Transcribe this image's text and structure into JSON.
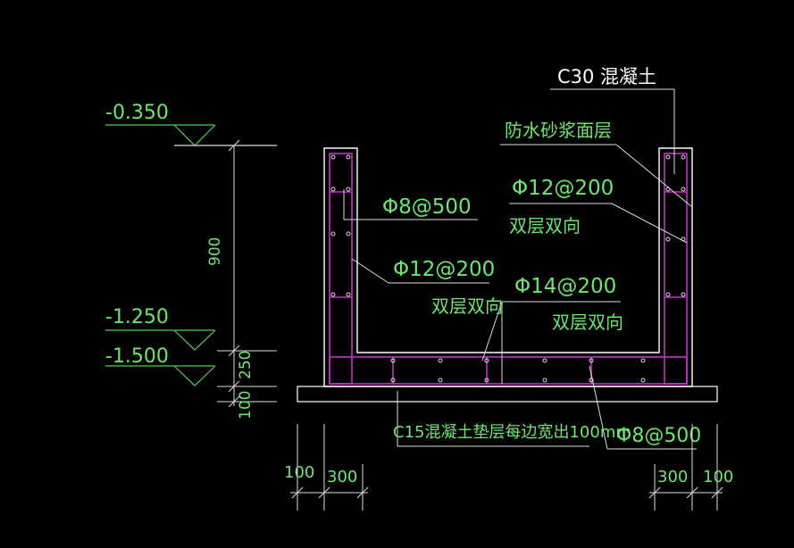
{
  "colors": {
    "background": "#000000",
    "concrete_outline": "#ffffff",
    "rebar": "#c431c4",
    "dimension": "#6be86b",
    "leader": "#dcdcdc",
    "elevation": "#4fd04f"
  },
  "elevations": {
    "top": "-0.350",
    "middle": "-1.250",
    "bottom": "-1.500"
  },
  "dims": {
    "v_900": "900",
    "v_250": "250",
    "v_100": "100",
    "b_left_100": "100",
    "b_left_300": "300",
    "b_right_300": "300",
    "b_right_100": "100"
  },
  "labels": {
    "concrete": "C30  混凝土",
    "waterproof": "防水砂浆面层",
    "rebar_wall_right": "Φ12@200",
    "rebar_wall_right_note": "双层双向",
    "rebar_tie_left": "Φ8@500",
    "rebar_wall_left": "Φ12@200",
    "rebar_wall_left_note": "双层双向",
    "rebar_base": "Φ14@200",
    "rebar_base_note": "双层双向",
    "cushion": "C15混凝土垫层每边宽出100mm",
    "rebar_tie_base": "Φ8@500"
  }
}
